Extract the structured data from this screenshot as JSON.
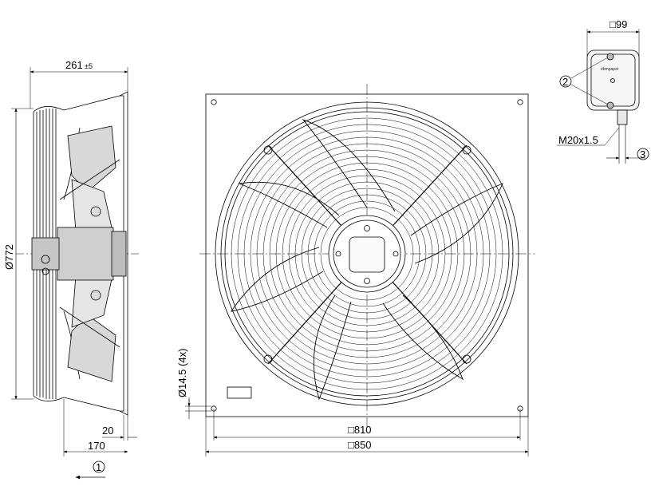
{
  "drawing": {
    "side_view": {
      "depth_label": "261",
      "depth_tol": "±5",
      "diameter_label": "Ø772",
      "flange_label": "20",
      "offset_label": "170",
      "airflow_callout": "1"
    },
    "front_view": {
      "hole_label": "Ø14.5 (4x)",
      "inner_square_label": "□810",
      "outer_square_label": "□850"
    },
    "terminal_box": {
      "width_label": "□99",
      "callout_2": "2",
      "callout_3": "3",
      "thread_label": "M20x1.5",
      "brand_mark": "ebmpapst"
    }
  }
}
